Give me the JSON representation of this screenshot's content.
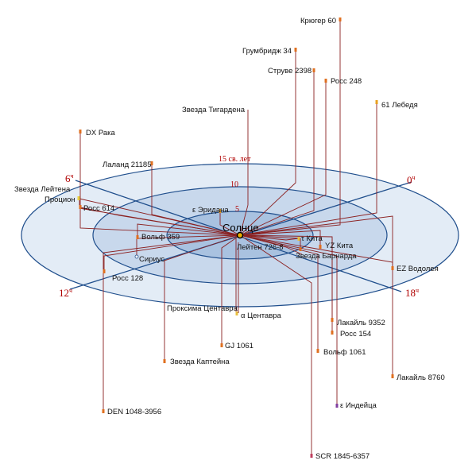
{
  "center": {
    "label": "Солнце"
  },
  "rings": [
    {
      "label": "15 св. лет",
      "color": "#e3ecf6"
    },
    {
      "label": "10",
      "color": "#c8d8ec"
    },
    {
      "label": "5",
      "color": "#a9c2e0"
    }
  ],
  "hours": [
    {
      "num": "0",
      "sup": "ч"
    },
    {
      "num": "6",
      "sup": "ч"
    },
    {
      "num": "12",
      "sup": "ч"
    },
    {
      "num": "18",
      "sup": "ч"
    }
  ],
  "stars": [
    {
      "name": "Крюгер 60",
      "color": "#e07020"
    },
    {
      "name": "Грумбридж 34",
      "color": "#e07020"
    },
    {
      "name": "Струве 2398",
      "color": "#e07020"
    },
    {
      "name": "Росс 248",
      "color": "#e07020"
    },
    {
      "name": "61 Лебедя",
      "color": "#e8a020"
    },
    {
      "name": "Звезда Тигардена",
      "color": "#e07020"
    },
    {
      "name": "DX Рака",
      "color": "#e07020"
    },
    {
      "name": "Лаланд 21185",
      "color": "#e07020"
    },
    {
      "name": "Звезда Лейтена",
      "color": "#e07020"
    },
    {
      "name": "Процион",
      "color": "#e8d040"
    },
    {
      "name": "Росс 614",
      "color": "#e07020"
    },
    {
      "name": "ε Эридана",
      "color": "#e8a020"
    },
    {
      "name": "Вольф 359",
      "color": "#e07020"
    },
    {
      "name": "Сириус",
      "color": "#ffffff"
    },
    {
      "name": "Росс 128",
      "color": "#e07020"
    },
    {
      "name": "τ Кита",
      "color": "#e8c040"
    },
    {
      "name": "YZ Кита",
      "color": "#e07020"
    },
    {
      "name": "Лейтен 726-8",
      "color": "#e07020"
    },
    {
      "name": "Звезда Барнарда",
      "color": "#e07020"
    },
    {
      "name": "EZ Водолея",
      "color": "#e07020"
    },
    {
      "name": "Проксима Центавра",
      "color": "#e07020"
    },
    {
      "name": "α Центавра",
      "color": "#e8c040"
    },
    {
      "name": "Лакайль 9352",
      "color": "#e07020"
    },
    {
      "name": "Росс 154",
      "color": "#e07020"
    },
    {
      "name": "GJ 1061",
      "color": "#e07020"
    },
    {
      "name": "Вольф 1061",
      "color": "#e07020"
    },
    {
      "name": "Звезда Каптейна",
      "color": "#e07020"
    },
    {
      "name": "Лакайль 8760",
      "color": "#e07020"
    },
    {
      "name": "ε Индейца",
      "color": "#8040a0"
    },
    {
      "name": "DEN 1048-3956",
      "color": "#e07020"
    },
    {
      "name": "SCR 1845-6357",
      "color": "#c04060"
    }
  ]
}
